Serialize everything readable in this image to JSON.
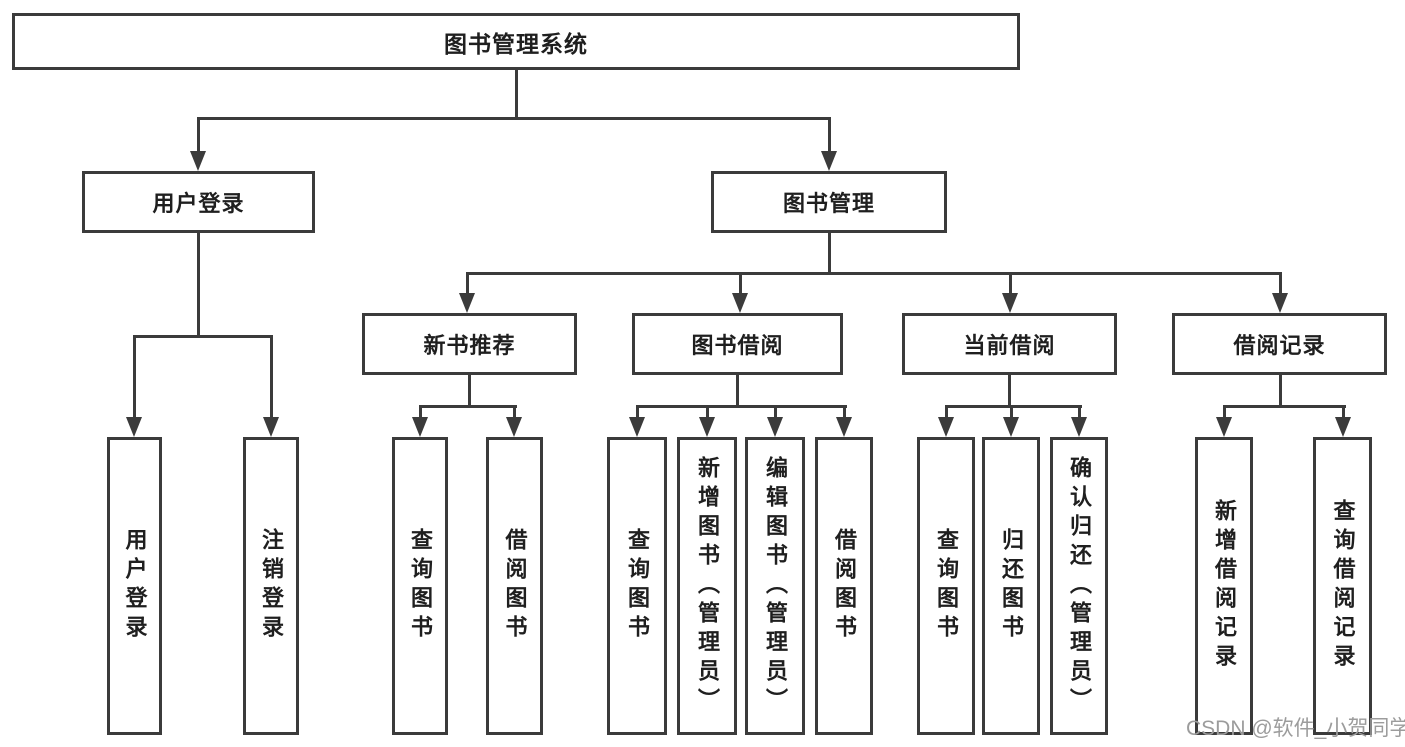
{
  "tree": {
    "root": {
      "label": "图书管理系统",
      "children": [
        {
          "label": "用户登录",
          "children": [
            {
              "label": "用户登录"
            },
            {
              "label": "注销登录"
            }
          ]
        },
        {
          "label": "图书管理",
          "children": [
            {
              "label": "新书推荐",
              "children": [
                {
                  "label": "查询图书"
                },
                {
                  "label": "借阅图书"
                }
              ]
            },
            {
              "label": "图书借阅",
              "children": [
                {
                  "label": "查询图书"
                },
                {
                  "label": "新增图书（管理员）"
                },
                {
                  "label": "编辑图书（管理员）"
                },
                {
                  "label": "借阅图书"
                }
              ]
            },
            {
              "label": "当前借阅",
              "children": [
                {
                  "label": "查询图书"
                },
                {
                  "label": "归还图书"
                },
                {
                  "label": "确认归还（管理员）"
                }
              ]
            },
            {
              "label": "借阅记录",
              "children": [
                {
                  "label": "新增借阅记录"
                },
                {
                  "label": "查询借阅记录"
                }
              ]
            }
          ]
        }
      ]
    }
  },
  "watermark": {
    "text": "CSDN @软件_小贺同学"
  },
  "colors": {
    "line": "#3b3b3b",
    "text": "#1f1f1f",
    "watermark": "#9c9c9c",
    "background": "#ffffff"
  }
}
